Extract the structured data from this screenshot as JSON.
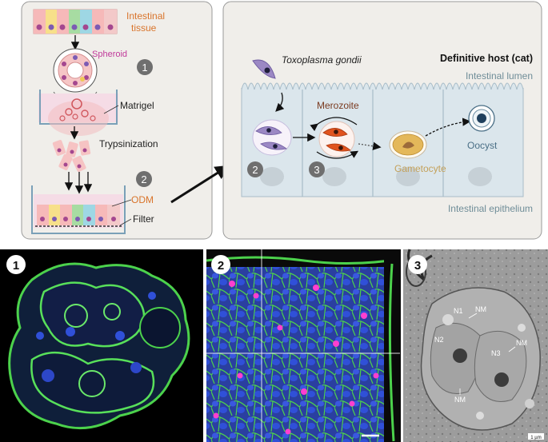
{
  "left_panel": {
    "tissue_label_line1": "Intestinal",
    "tissue_label_line2": "tissue",
    "spheroid_label": "Spheroid",
    "matrigel_label": "Matrigel",
    "trypsinization_label": "Trypsinization",
    "odm_label": "ODM",
    "filter_label": "Filter",
    "step1_badge": "1",
    "step2_badge": "2"
  },
  "right_panel": {
    "host_title": "Definitive host (cat)",
    "lumen_label": "Intestinal lumen",
    "epithelium_label": "Intestinal epithelium",
    "parasite_label": "Toxoplasma gondii",
    "merozoite_label": "Merozoite",
    "gametocyte_label": "Gametocyte",
    "oocyst_label": "Oocyst",
    "step2_badge": "2",
    "step3_badge": "3"
  },
  "micrographs": {
    "panel1_badge": "1",
    "panel2_badge": "2",
    "panel3_badge": "3",
    "n1_label": "N1",
    "n2_label": "N2",
    "n3_label": "N3",
    "nm_label_a": "NM",
    "nm_label_b": "NM",
    "nm_label_c": "NM",
    "scale_label": "1 µm"
  },
  "colors": {
    "panel_bg": "#f0eeea",
    "cell_blue": "#dbe6ec",
    "orange_text": "#d9742b",
    "magenta_text": "#c0399a",
    "parasite_purple": "#9b88c4",
    "merozoite_orange": "#e0531e",
    "gametocyte_gold": "#e4b85a",
    "badge_gray": "#6f6f6f"
  }
}
